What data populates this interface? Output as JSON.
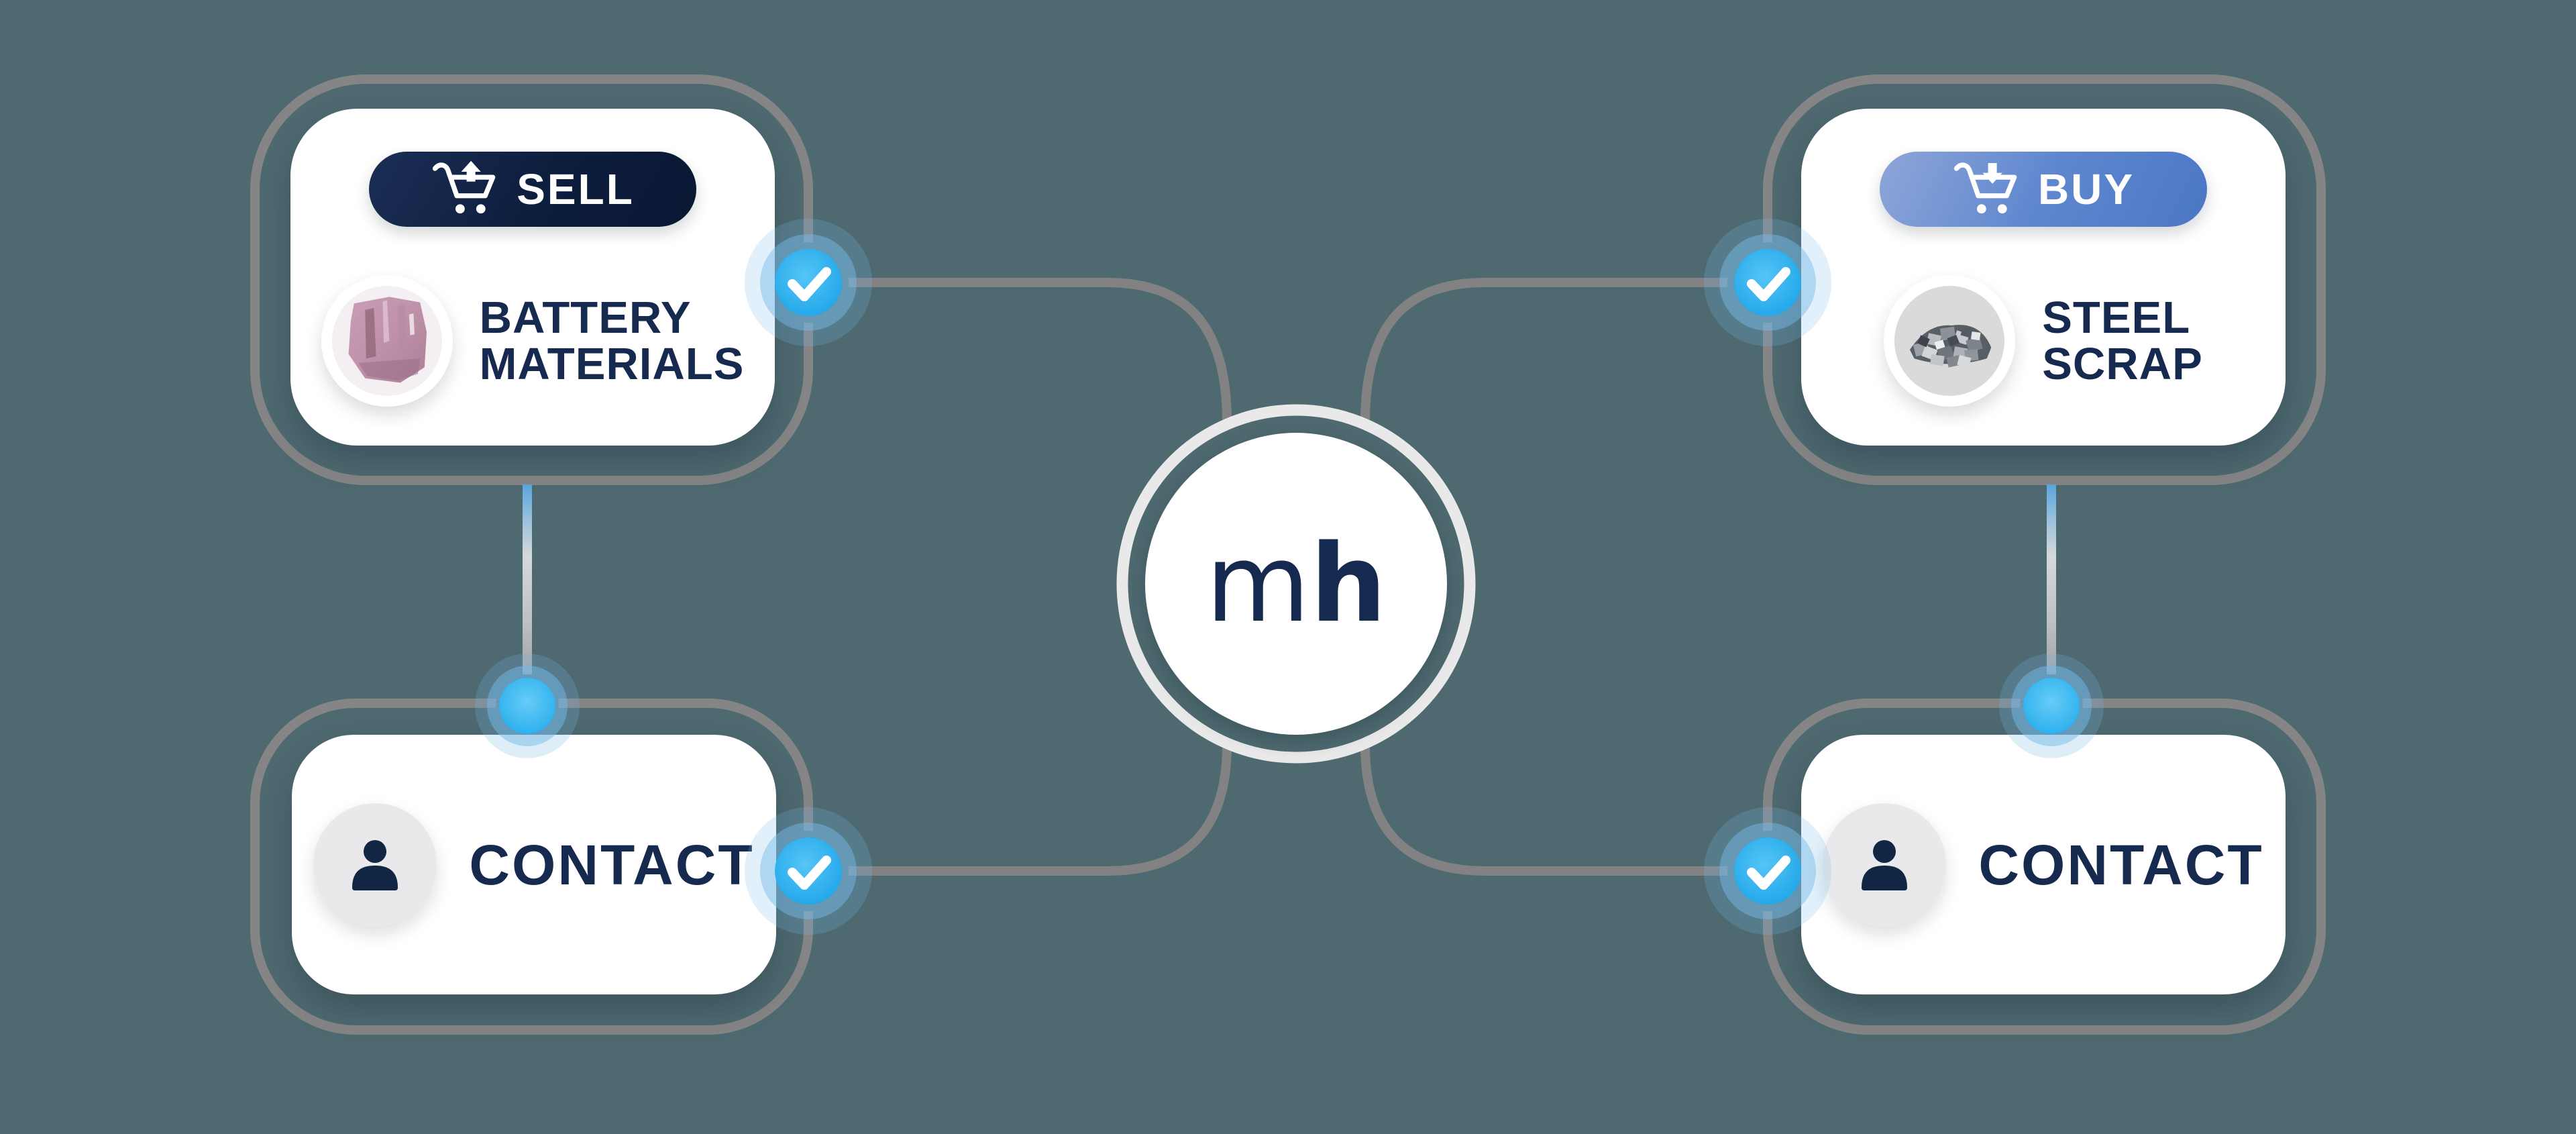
{
  "colors": {
    "background": "#4e6970",
    "connector_gray": "#828282",
    "outline_gray": "#858585",
    "navy_text": "#16294e",
    "check_blue": "#2ab0ee",
    "sell_pill_navy": "#0d1d3d",
    "buy_pill_gradient_start": "#8ea6d8",
    "buy_pill_gradient_end": "#4a77c5",
    "ring_light": "#e9e9e9"
  },
  "center": {
    "logo_regular": "m",
    "logo_bold": "h"
  },
  "sell_card": {
    "badge": "SELL",
    "title_line1": "BATTERY",
    "title_line2": "MATERIALS",
    "photo": "pink-battery-mineral"
  },
  "buy_card": {
    "badge": "BUY",
    "title_line1": "STEEL",
    "title_line2": "SCRAP",
    "photo": "steel-scrap-pile"
  },
  "contact_left": {
    "title": "CONTACT"
  },
  "contact_right": {
    "title": "CONTACT"
  }
}
